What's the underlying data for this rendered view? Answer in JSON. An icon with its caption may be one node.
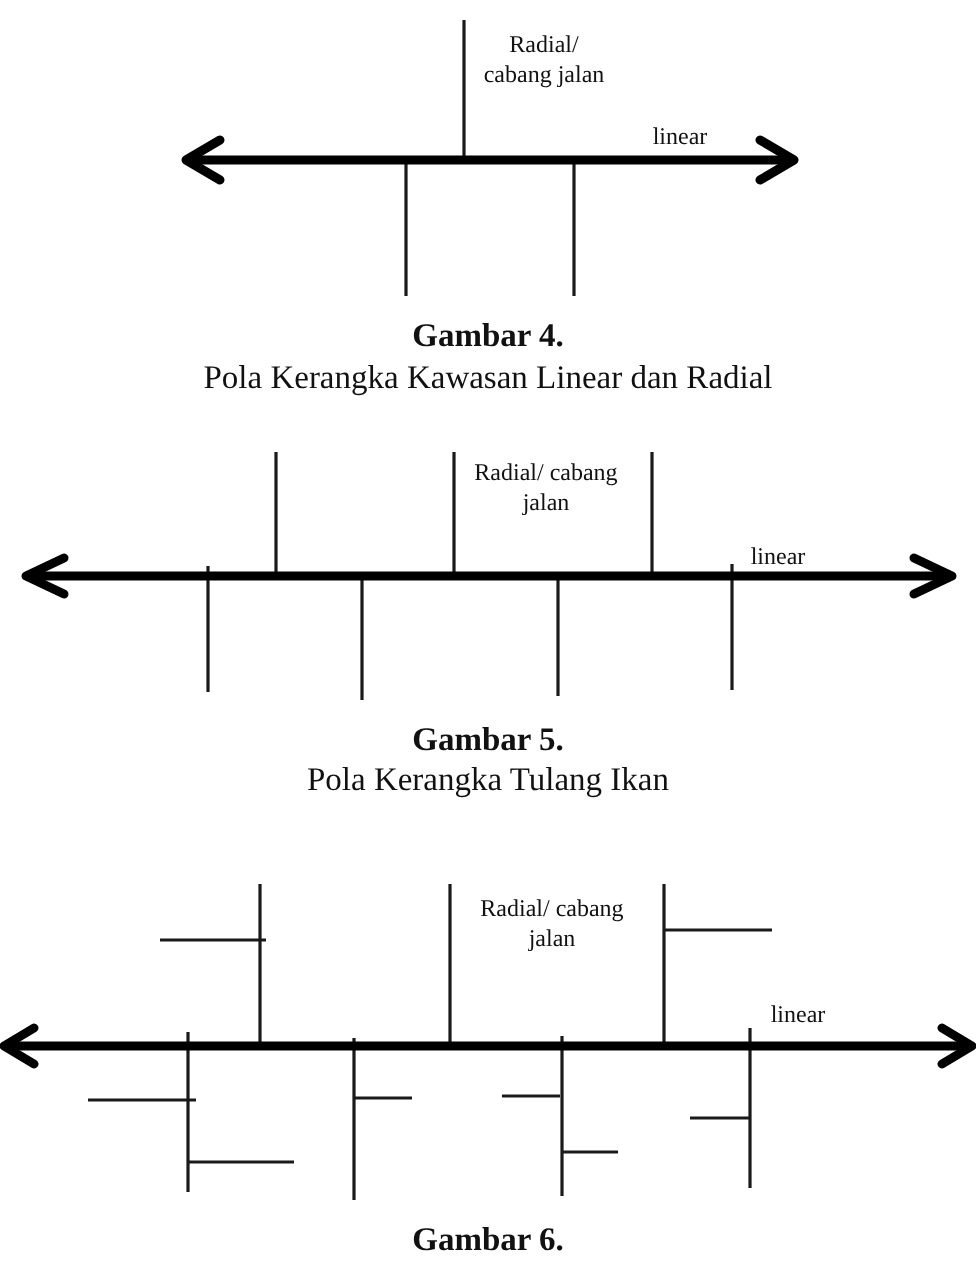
{
  "diagram": {
    "labels": [
      "Radial/ cabang jalan",
      "linear",
      "Gambar 4.",
      "Pola Kerangka Kawasan Linear dan Radial",
      "Radial/ cabang jalan",
      "linear",
      "Gambar 5.",
      "Pola Kerangka Tulang Ikan",
      "Radial/ cabang jalan",
      "linear",
      "Gambar 6."
    ]
  }
}
